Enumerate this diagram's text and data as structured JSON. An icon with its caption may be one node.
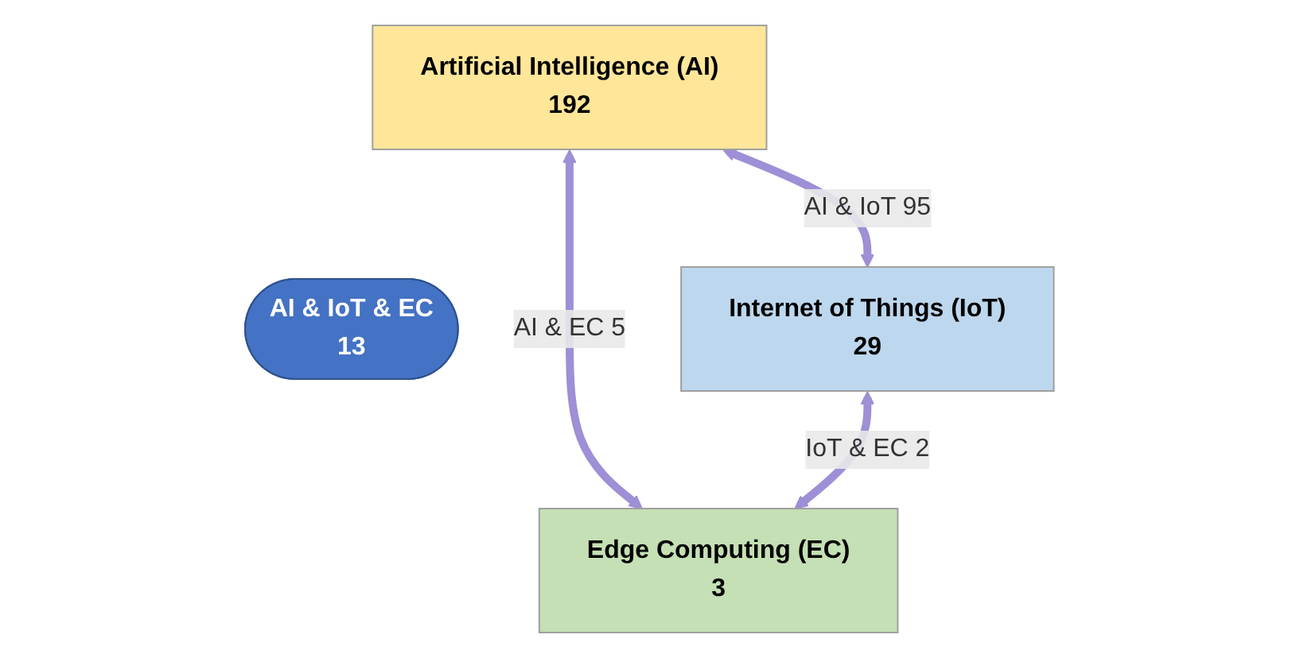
{
  "diagram": {
    "nodes": [
      {
        "text": [
          "Artificial Intelligence (AI)",
          "192"
        ]
      },
      {
        "text": [
          "AI & IoT & EC",
          "13"
        ]
      },
      {
        "text": [
          "Internet of Things (IoT)",
          "29"
        ]
      },
      {
        "text": [
          "Edge Computing (EC)",
          "3"
        ]
      }
    ],
    "edges": [
      {
        "from": 0,
        "to": 2,
        "arrow": "both",
        "label": "AI & IoT 95"
      },
      {
        "from": 0,
        "to": 3,
        "arrow": "both",
        "label": "AI & EC 5"
      },
      {
        "from": 2,
        "to": 3,
        "arrow": "both",
        "label": "IoT & EC 2"
      }
    ]
  }
}
